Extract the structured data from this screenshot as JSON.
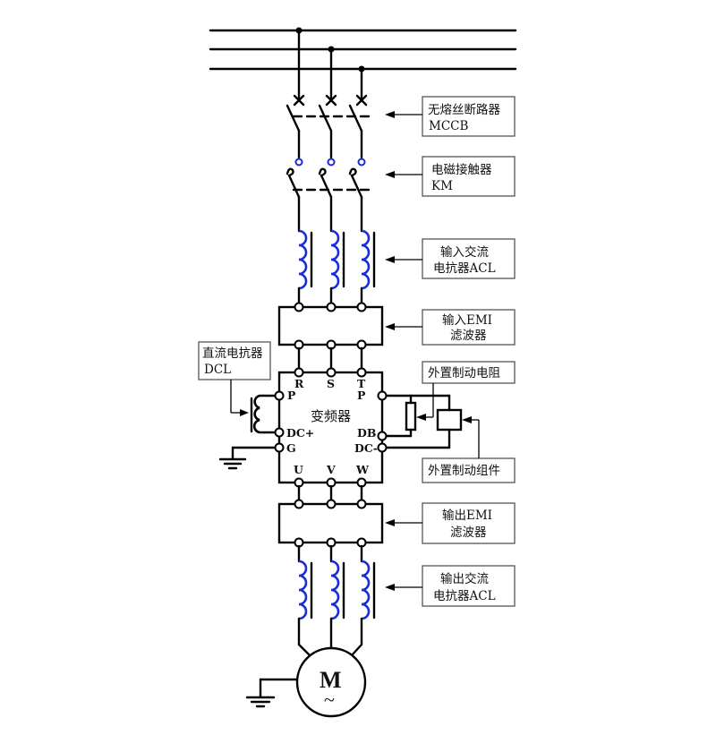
{
  "diagram": {
    "type": "vfd-wiring-diagram",
    "phase_colors": {
      "wire": "#000000",
      "reactor_coil": "#1a2bd8",
      "contactor_terminal": "#1a2bd8"
    },
    "labels": {
      "mccb": {
        "line1": "无熔丝断路器",
        "line2": "MCCB"
      },
      "contactor": {
        "line1": "电磁接触器",
        "line2": "KM"
      },
      "input_acl": {
        "line1": "输入交流",
        "line2": "电抗器ACL"
      },
      "input_emi": {
        "line1": "输入EMI",
        "line2": "滤波器"
      },
      "dcl": {
        "line1": "直流电抗器",
        "line2": "DCL"
      },
      "brake_resistor": {
        "line1": "外置制动电阻"
      },
      "brake_unit": {
        "line1": "外置制动组件"
      },
      "output_emi": {
        "line1": "输出EMI",
        "line2": "滤波器"
      },
      "output_acl": {
        "line1": "输出交流",
        "line2": "电抗器ACL"
      }
    },
    "inverter": {
      "title": "变频器",
      "input_terminals": [
        "R",
        "S",
        "T"
      ],
      "output_terminals": [
        "U",
        "V",
        "W"
      ],
      "left_terminals": [
        "P",
        "DC+",
        "G"
      ],
      "right_terminals": [
        "P",
        "DB",
        "DC-"
      ]
    },
    "motor": {
      "symbol": "M",
      "ac_symbol": "~"
    }
  }
}
